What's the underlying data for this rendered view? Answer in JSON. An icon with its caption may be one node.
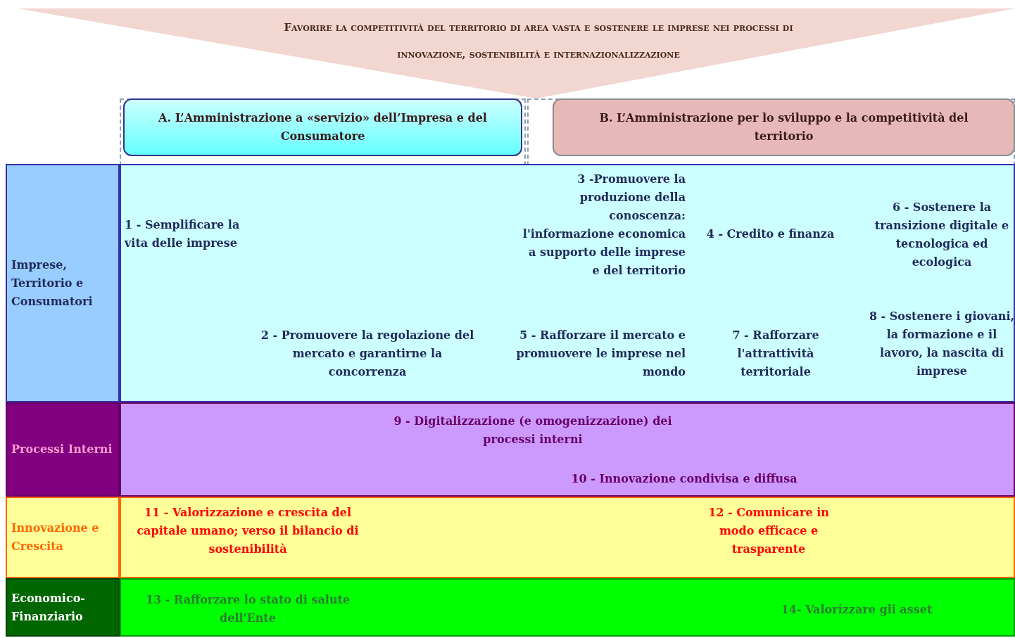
{
  "diagram": {
    "nodes": [
      {
        "text": [
          "Favorire la competitività del territorio di area vasta e sostenere le imprese nei processi di innovazione, sostenibilità e internazionalizzazione"
        ]
      },
      {
        "text": [
          "A. L’Amministrazione a «servizio» dell’Impresa e del Consumatore"
        ]
      },
      {
        "text": [
          "B. L’Amministrazione per lo sviluppo e la competitività del territorio"
        ]
      },
      {
        "text": [
          "Imprese, Territorio e Consumatori"
        ]
      },
      {
        "text": [
          "1 - Semplificare la vita delle imprese",
          "3 -Promuovere la produzione della conoscenza: l'informazione economica a supporto delle imprese e del territorio",
          "4 - Credito e finanza",
          "6 - Sostenere la transizione digitale e tecnologica ed ecologica",
          "2 - Promuovere la regolazione del mercato e garantirne la concorrenza",
          "5 - Rafforzare il mercato e promuovere le imprese nel mondo",
          "7 - Rafforzare l'attrattività territoriale",
          "8 - Sostenere i giovani, la formazione e il lavoro, la nascita di imprese"
        ]
      },
      {
        "text": [
          "Processi Interni"
        ]
      },
      {
        "text": [
          "9 - Digitalizzazione (e omogenizzazione) dei processi interni",
          "10 - Innovazione condivisa e diffusa"
        ]
      },
      {
        "text": [
          "Innovazione e Crescita"
        ]
      },
      {
        "text": [
          "11 - Valorizzazione e crescita del capitale umano; verso il bilancio di sostenibilità",
          "12 - Comunicare in modo efficace e trasparente"
        ]
      },
      {
        "text": [
          "Economico-Finanziario"
        ]
      },
      {
        "text": [
          "13 - Rafforzare lo stato di salute dell'Ente",
          "14- Valorizzare gli asset"
        ]
      }
    ]
  }
}
